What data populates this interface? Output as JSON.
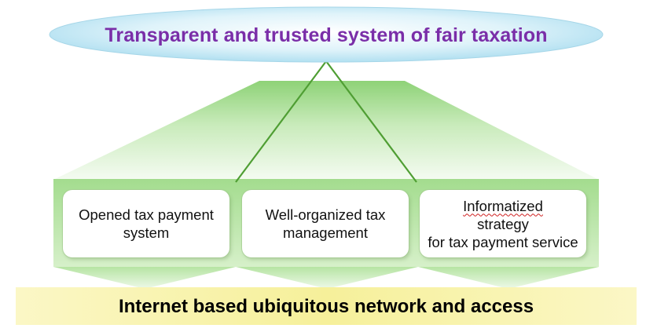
{
  "top": {
    "title": "Transparent and trusted system of fair taxation"
  },
  "pillars": [
    {
      "line1": "Opened tax payment",
      "line2": "system"
    },
    {
      "line1": "Well-organized tax",
      "line2": "management"
    },
    {
      "line1": "Informatized strategy",
      "line2": "for tax payment service",
      "misspelled_word": "Informatized"
    }
  ],
  "bottom": {
    "title": "Internet based ubiquitous network and access"
  },
  "colors": {
    "title_text": "#7a2ea8",
    "ellipse_fill": "#bfe7f3",
    "green_fill": "#9fd98a",
    "green_light": "#e6f5df",
    "green_line": "#5aa83c",
    "bottom_band": "#f7f2a6"
  }
}
